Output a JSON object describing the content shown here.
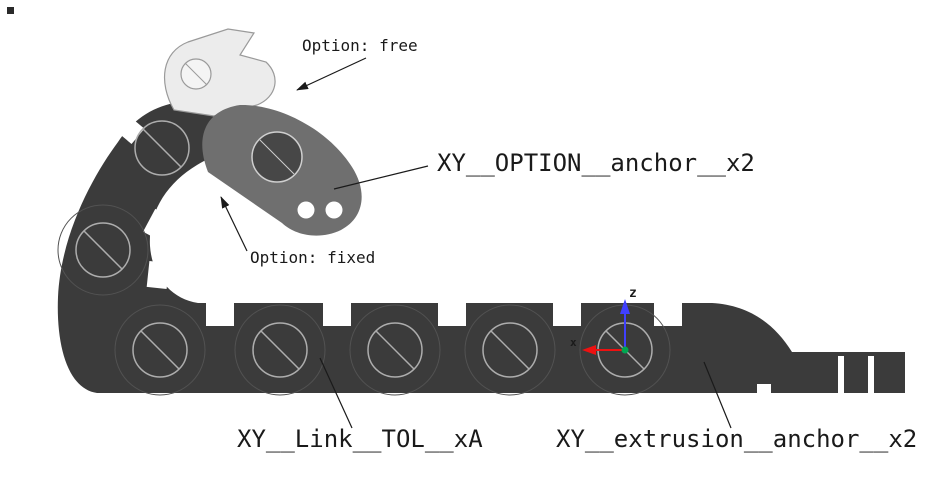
{
  "diagram": {
    "labels": {
      "option_free": "Option: free",
      "option_fixed": "Option: fixed",
      "option_anchor": "XY__OPTION__anchor__x2",
      "link_tol": "XY__Link__TOL__xA",
      "extrusion_anchor": "XY__extrusion__anchor__x2"
    },
    "axis": {
      "z_label": "z",
      "x_label": "x"
    },
    "colors": {
      "background": "#ffffff",
      "chain_body": "#3b3b3b",
      "option_link": "#6f6f6f",
      "free_link": "#ececec",
      "pivot_outline": "#adadad",
      "leader": "#1a1a1a",
      "axis_z": "#4040ff",
      "axis_x": "#ee1111",
      "axis_origin": "#00a651"
    }
  }
}
